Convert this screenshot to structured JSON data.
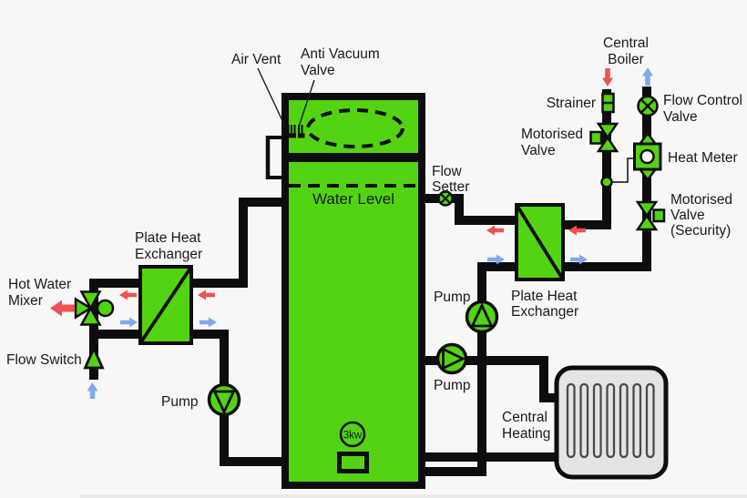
{
  "diagram": {
    "type": "hot-water-thermal-store-schematic",
    "labels": {
      "air_vent": "Air Vent",
      "anti_vacuum_valve": {
        "lines": [
          "Anti Vacuum",
          "Valve"
        ]
      },
      "central_boiler": {
        "lines": [
          "Central",
          "Boiler"
        ]
      },
      "strainer": "Strainer",
      "flow_control_valve": {
        "lines": [
          "Flow Control",
          "Valve"
        ]
      },
      "motorised_valve": {
        "lines": [
          "Motorised",
          "Valve"
        ]
      },
      "heat_meter": "Heat Meter",
      "motorised_valve_security": {
        "lines": [
          "Motorised",
          "Valve",
          "(Security)"
        ]
      },
      "flow_setter": {
        "lines": [
          "Flow",
          "Setter"
        ]
      },
      "water_level": "Water Level",
      "plate_heat_exchanger_left": {
        "lines": [
          "Plate Heat",
          "Exchanger"
        ]
      },
      "plate_heat_exchanger_right": {
        "lines": [
          "Plate Heat",
          "Exchanger"
        ]
      },
      "hot_water_mixer": {
        "lines": [
          "Hot Water",
          "Mixer"
        ]
      },
      "flow_switch": "Flow Switch",
      "pump_left": "Pump",
      "pump_upper_right": "Pump",
      "pump_lower_right": "Pump",
      "central_heating": {
        "lines": [
          "Central",
          "Heating"
        ]
      },
      "immersion_rating": "3kw"
    },
    "colors": {
      "component_green": "#53d413",
      "line_black": "#0d0d0d",
      "hot_flow_red": "#ee5350",
      "cold_flow_blue": "#7fa8ef",
      "radiator_gray": "#e4e4e4",
      "radiator_slot_gray": "#4a4a4a",
      "background": "#f7f7f7"
    }
  }
}
